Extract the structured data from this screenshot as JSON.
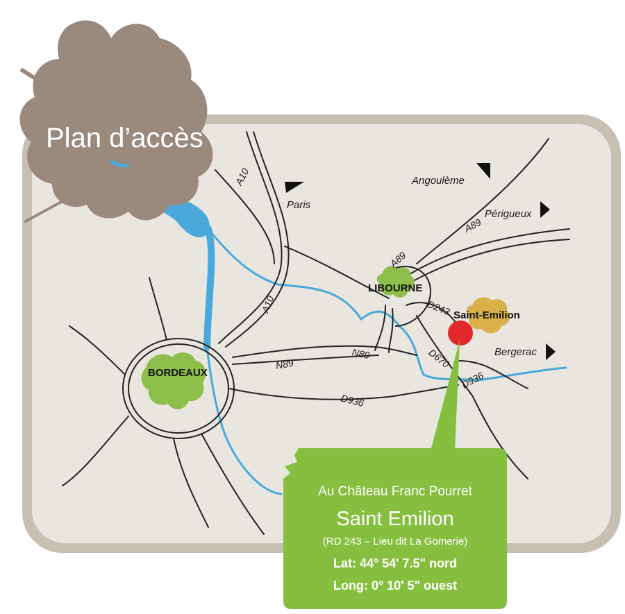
{
  "title": "Plan d’accès",
  "cities": {
    "bordeaux": "BORDEAUX",
    "libourne": "LIBOURNE",
    "saint_emilion": "Saint-Emilion"
  },
  "directions": {
    "paris": "Paris",
    "angouleme": "Angoulème",
    "perigueux": "Périgueux",
    "bergerac": "Bergerac"
  },
  "roads": {
    "a10_north": "A10",
    "a10_south": "A10",
    "a89_libourne": "A89",
    "a89_east": "A89",
    "n89_west": "N89",
    "n89_east": "N89",
    "d936_south": "D936",
    "d936_east": "D936",
    "d243": "D243",
    "d670": "D670"
  },
  "callout": {
    "line1": "Au Château Franc Pourret",
    "line2": "Saint Emilion",
    "line3": "(RD 243 – Lieu dit La Gomerie)",
    "line4": "Lat: 44° 54' 7.5\" nord",
    "line5": "Long: 0° 10' 5\" ouest"
  },
  "colors": {
    "map_bg": "#e9e5df",
    "frame": "#c8bfb3",
    "leaf_title": "#9a8a7e",
    "river": "#4aa8db",
    "leaf_green": "#8dbf4a",
    "leaf_gold": "#d9b04a",
    "marker": "#e1262c",
    "callout": "#86bf3f"
  }
}
